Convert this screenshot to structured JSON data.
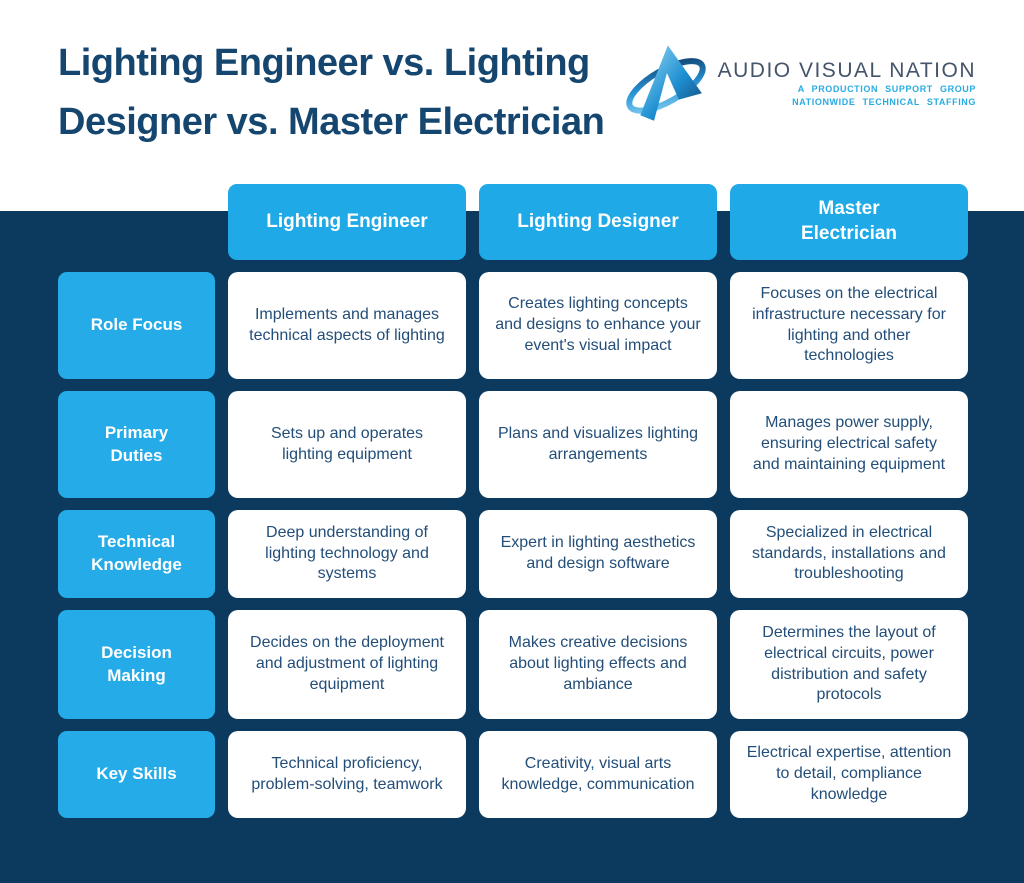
{
  "page": {
    "title_line1": "Lighting Engineer vs. Lighting",
    "title_line2": "Designer vs. Master Electrician"
  },
  "logo": {
    "name": "AUDIO VISUAL NATION",
    "tagline_line1": "A PRODUCTION SUPPORT GROUP",
    "tagline_line2": "NATIONWIDE TECHNICAL STAFFING",
    "icon": "orbit-a-logo"
  },
  "colors": {
    "panel_navy": "#0c3a5f",
    "accent_blue": "#1fa9e6",
    "row_label_blue": "#25abe8",
    "title_navy": "#15466f",
    "cell_text_navy": "#234e79",
    "logo_text_gray_blue": "#44546b",
    "logo_tagline_cyan": "#29abe2",
    "cell_background": "#ffffff"
  },
  "chart_data": {
    "type": "table",
    "title": "Lighting Engineer vs. Lighting Designer vs. Master Electrician",
    "columns": [
      "Lighting Engineer",
      "Lighting Designer",
      "Master Electrician"
    ],
    "rows": [
      {
        "label": "Role Focus",
        "cells": [
          "Implements and manages technical aspects of lighting",
          "Creates lighting concepts and designs to enhance your event's visual impact",
          "Focuses on the electrical infrastructure necessary for lighting and other technologies"
        ]
      },
      {
        "label": "Primary Duties",
        "cells": [
          "Sets up and operates lighting equipment",
          "Plans and visualizes lighting arrangements",
          "Manages power supply, ensuring electrical safety and maintaining equipment"
        ]
      },
      {
        "label": "Technical Knowledge",
        "cells": [
          "Deep understanding of lighting technology and systems",
          "Expert in lighting aesthetics and design software",
          "Specialized in electrical standards, installations and troubleshooting"
        ]
      },
      {
        "label": "Decision Making",
        "cells": [
          "Decides on the deployment and adjustment of lighting equipment",
          "Makes creative decisions about lighting effects and ambiance",
          "Determines the layout of electrical circuits, power distribution and safety protocols"
        ]
      },
      {
        "label": "Key Skills",
        "cells": [
          "Technical proficiency, problem-solving, teamwork",
          "Creativity, visual arts knowledge, communication",
          "Electrical expertise, attention to detail, compliance knowledge"
        ]
      }
    ]
  }
}
